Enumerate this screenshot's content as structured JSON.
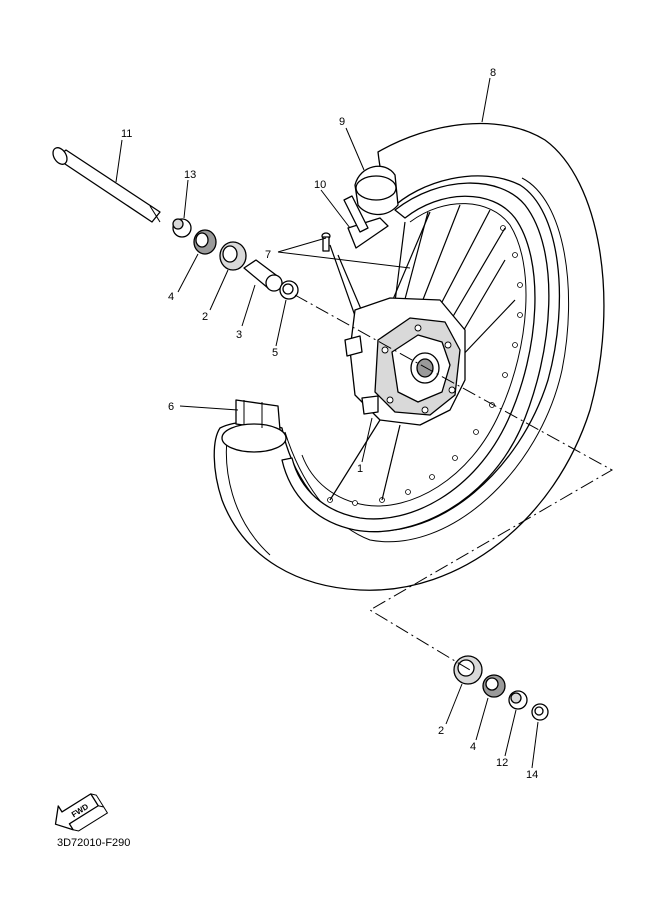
{
  "callouts": {
    "c1": "1",
    "c2a": "2",
    "c2b": "2",
    "c3": "3",
    "c4a": "4",
    "c4b": "4",
    "c5": "5",
    "c6": "6",
    "c7": "7",
    "c8": "8",
    "c9": "9",
    "c10": "10",
    "c11": "11",
    "c12": "12",
    "c13": "13",
    "c14": "14"
  },
  "fwd_label": "FWD",
  "diagram_code": "3D72010-F290"
}
